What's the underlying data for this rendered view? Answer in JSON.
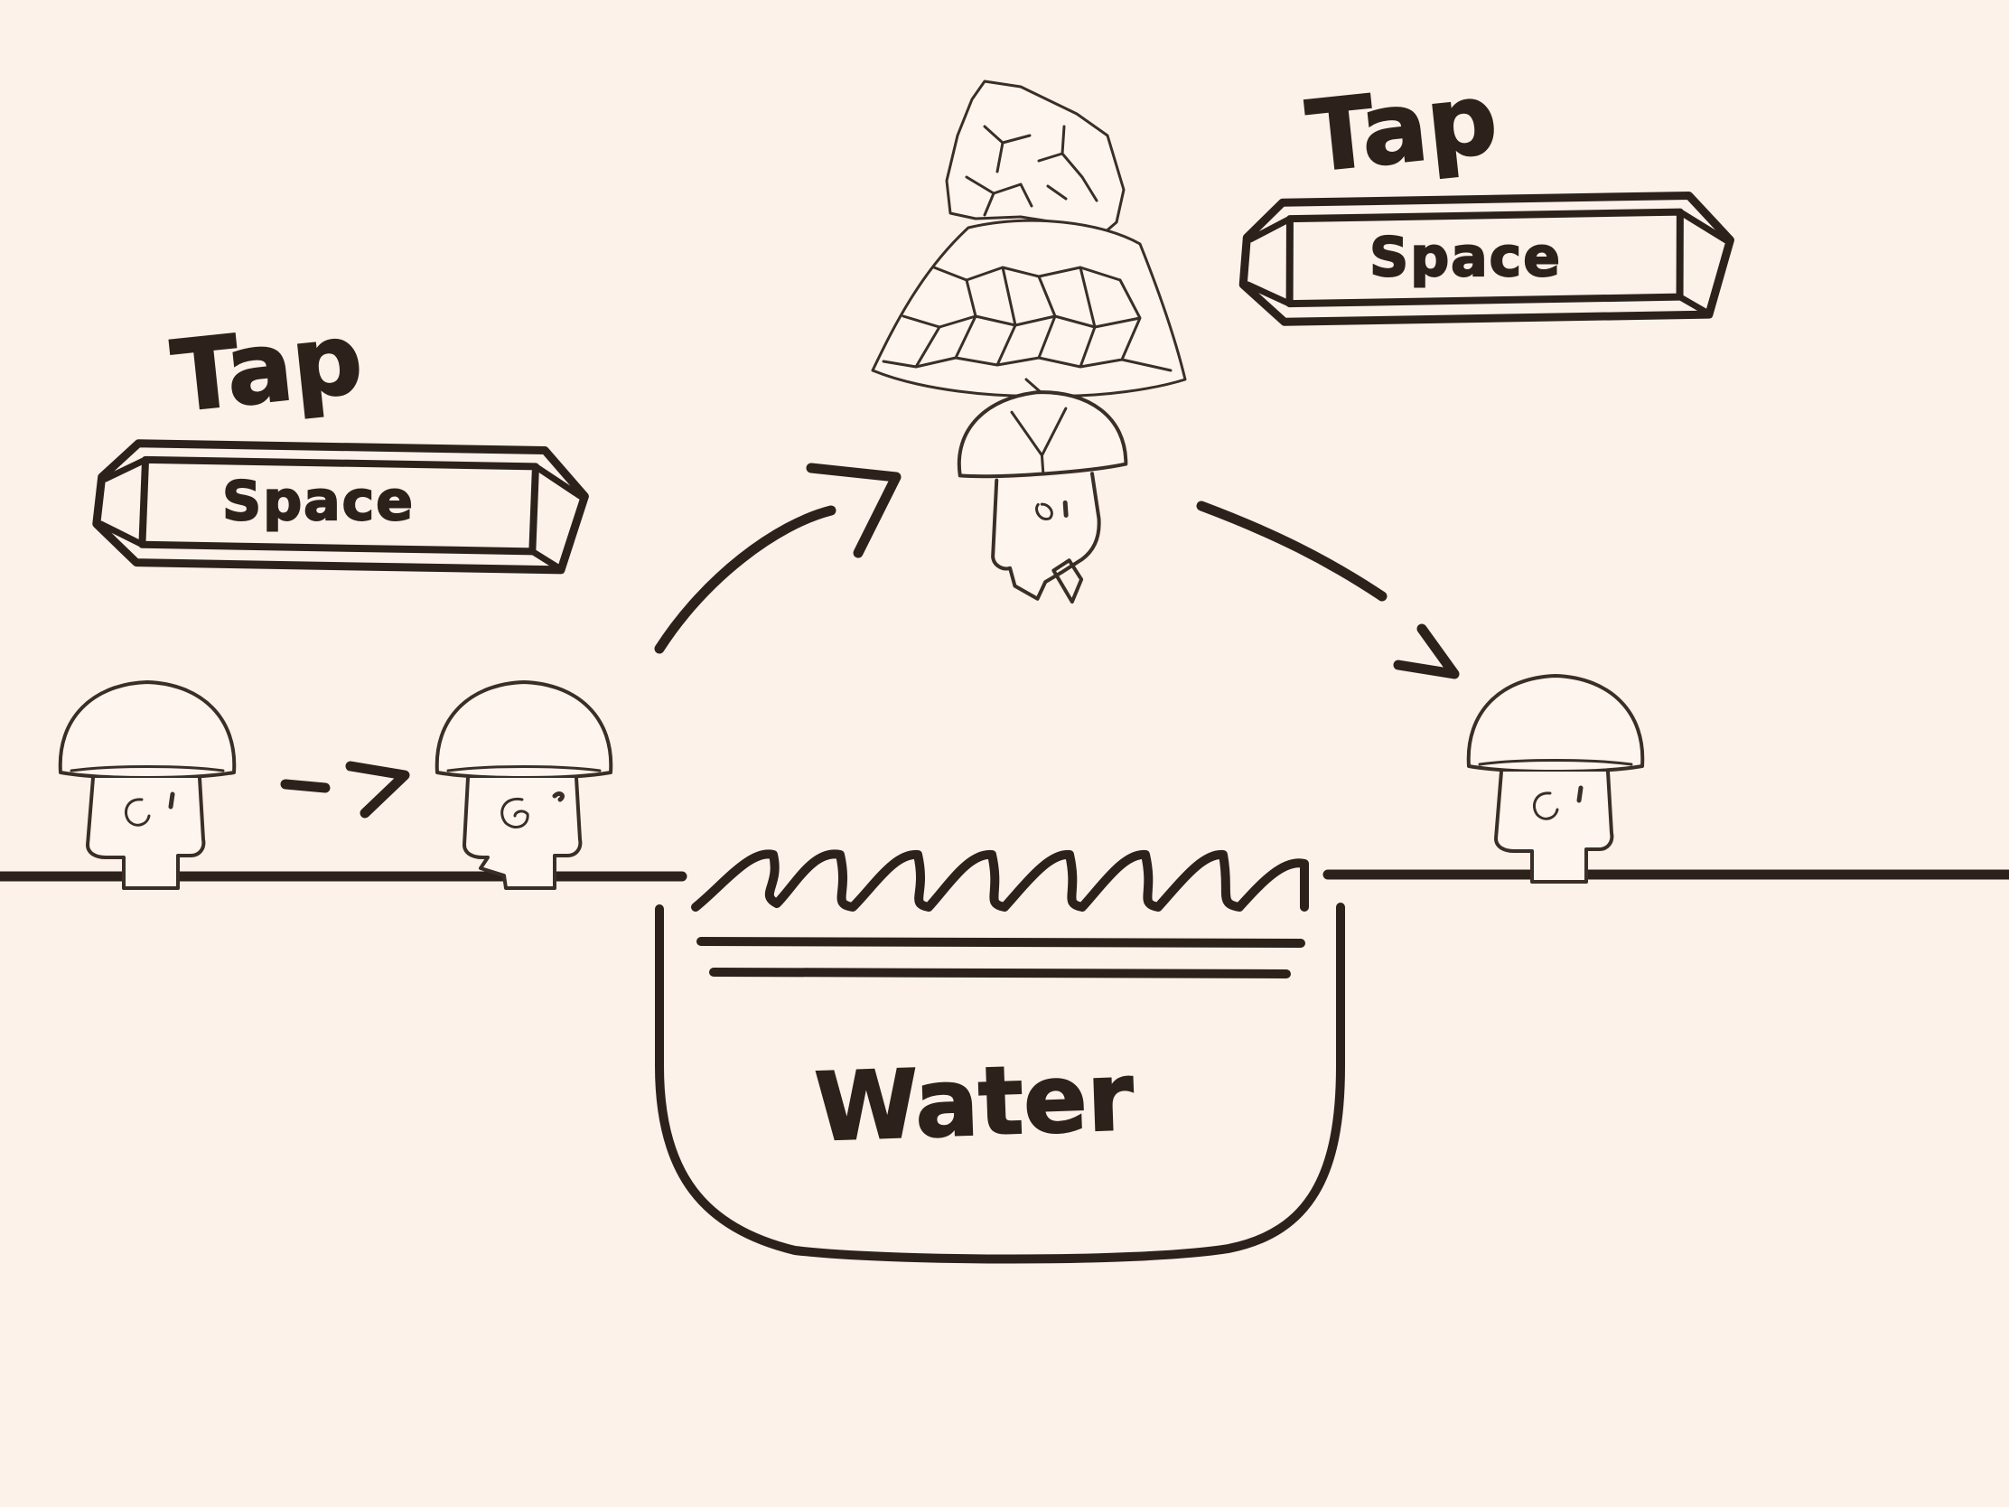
{
  "hints": [
    {
      "tap_label": "Tap",
      "key_label": "Space"
    },
    {
      "tap_label": "Tap",
      "key_label": "Space"
    }
  ],
  "pool": {
    "label": "Water"
  },
  "colors": {
    "background": "#fcf2e9",
    "ink": "#2d221b"
  },
  "icons": [
    "mushroom-character",
    "turtle-shell",
    "arrow",
    "spacebar-key",
    "water-pool"
  ]
}
